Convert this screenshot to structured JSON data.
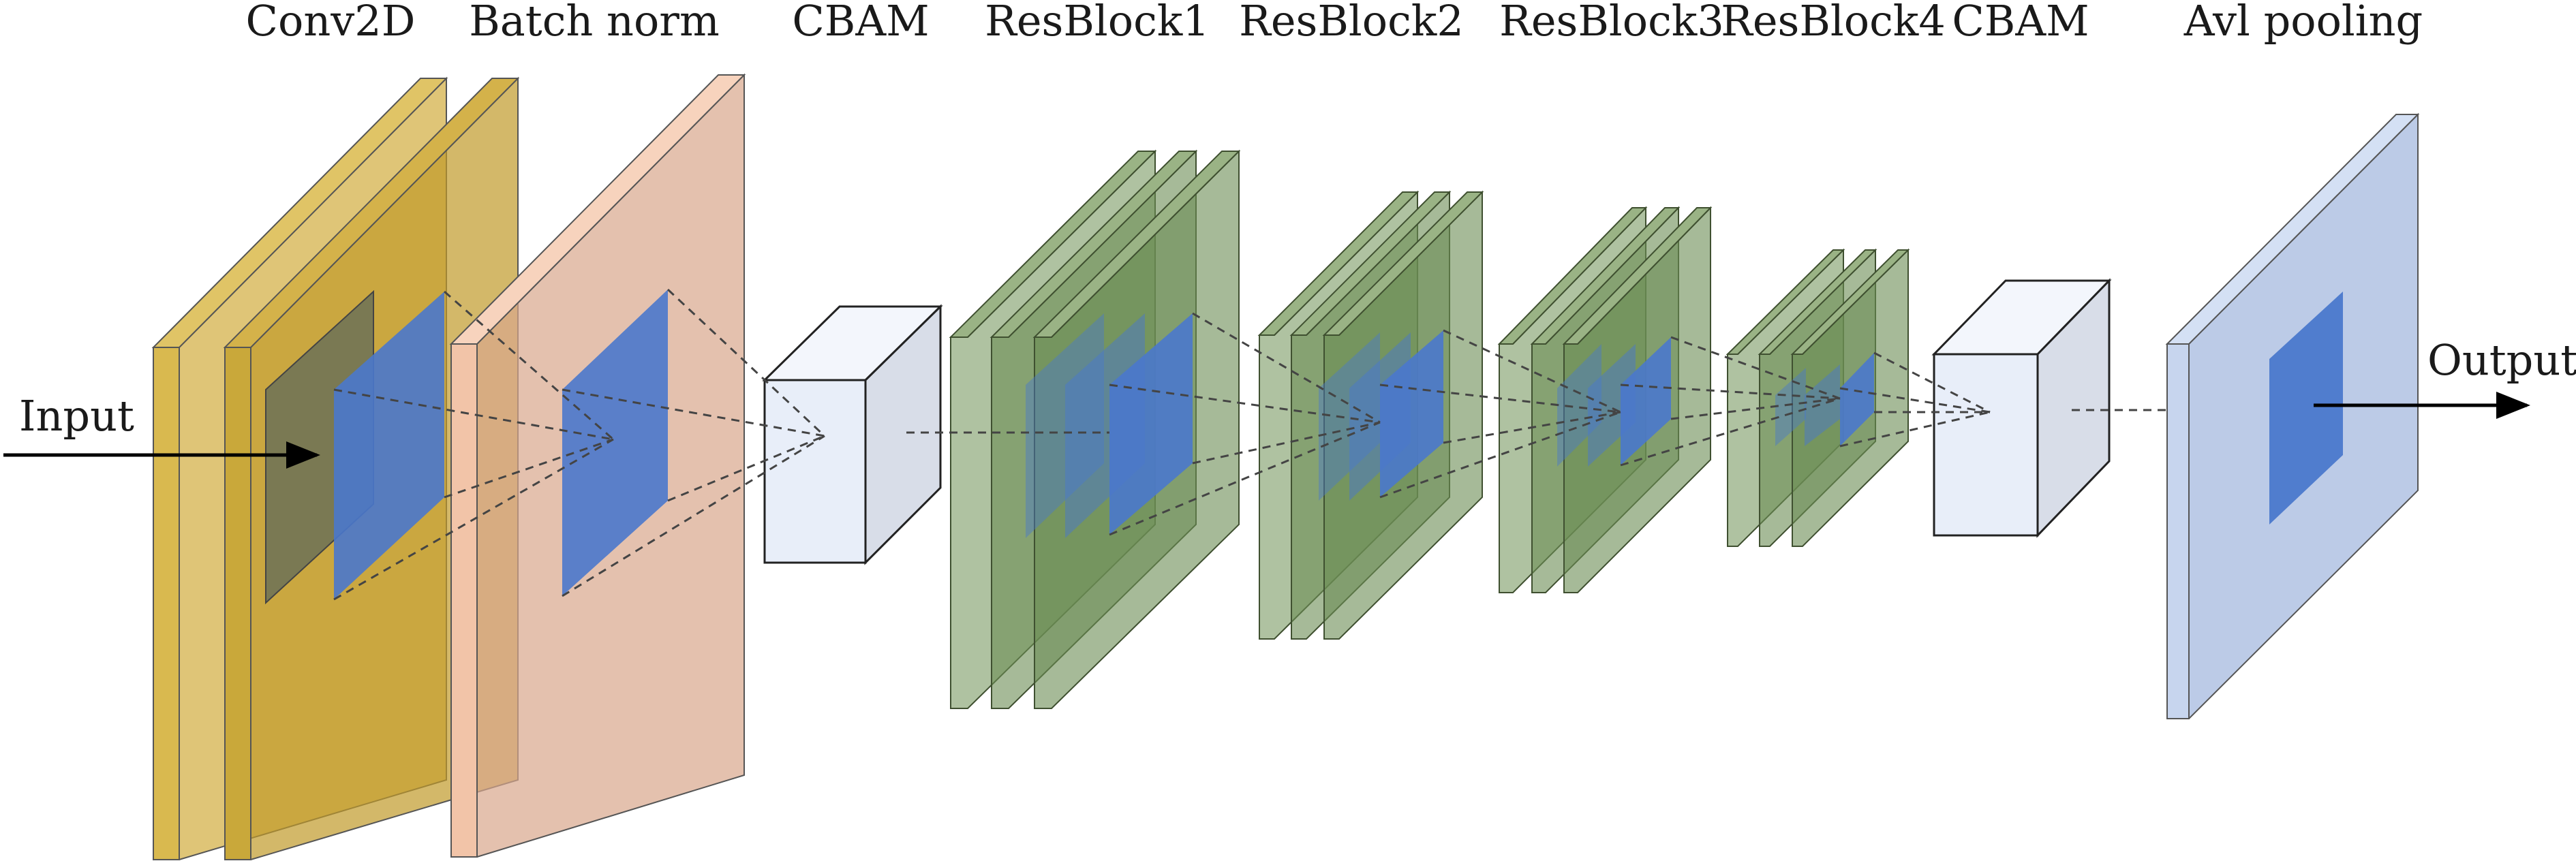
{
  "labels": {
    "conv2d": "Conv2D",
    "batch_norm": "Batch norm",
    "cbam_1": "CBAM",
    "resblock1": "ResBlock1",
    "resblock2": "ResBlock2",
    "resblock3": "ResBlock3",
    "resblock4": "ResBlock4",
    "cbam_2": "CBAM",
    "avl_pooling": "Avl pooling",
    "input": "Input",
    "output": "Output"
  },
  "colors": {
    "conv_layer": "#c9a83a",
    "batch_norm_layer": "#f2c4a8",
    "resblock_layer": "#7a9a62",
    "cbam_cube": "#e6edf8",
    "pooling_layer": "#b8c8e6",
    "kernel": "#4a78cc",
    "dark_kernel": "#5f6a5a",
    "arrow": "#000000"
  }
}
